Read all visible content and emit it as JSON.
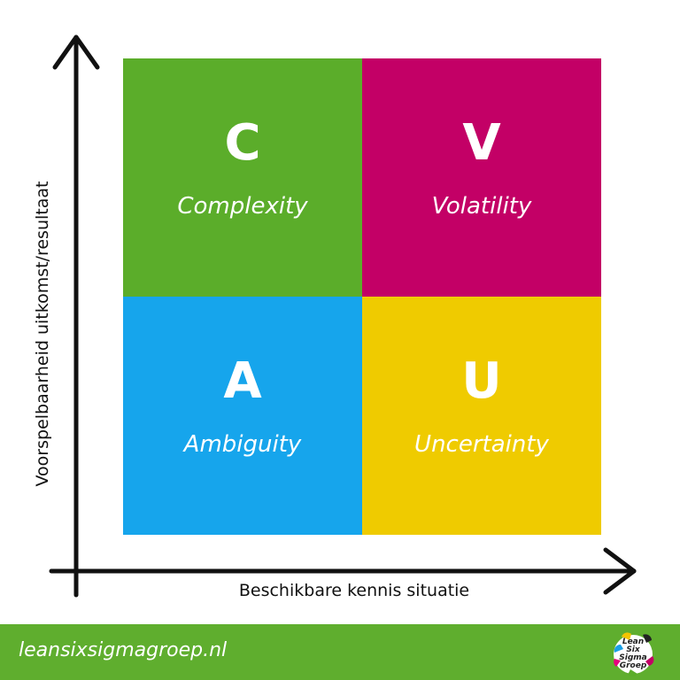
{
  "quadrants": {
    "top_left": {
      "letter": "C",
      "word": "Complexity",
      "color": "#5bad2a"
    },
    "top_right": {
      "letter": "V",
      "word": "Volatility",
      "color": "#c30066"
    },
    "bottom_left": {
      "letter": "A",
      "word": "Ambiguity",
      "color": "#16a5ec"
    },
    "bottom_right": {
      "letter": "U",
      "word": "Uncertainty",
      "color": "#efcb00"
    }
  },
  "axes": {
    "x_label": "Beschikbare kennis situatie",
    "y_label": "Voorspelbaarheid uitkomst/resultaat"
  },
  "footer": {
    "url": "leansixsigmagroep.nl",
    "background": "#5fae2e",
    "logo": {
      "line1": "Lean",
      "line2": "Six",
      "line3": "Sigma",
      "line4": "Groep",
      "icon": "puzzle-flower-icon"
    }
  }
}
